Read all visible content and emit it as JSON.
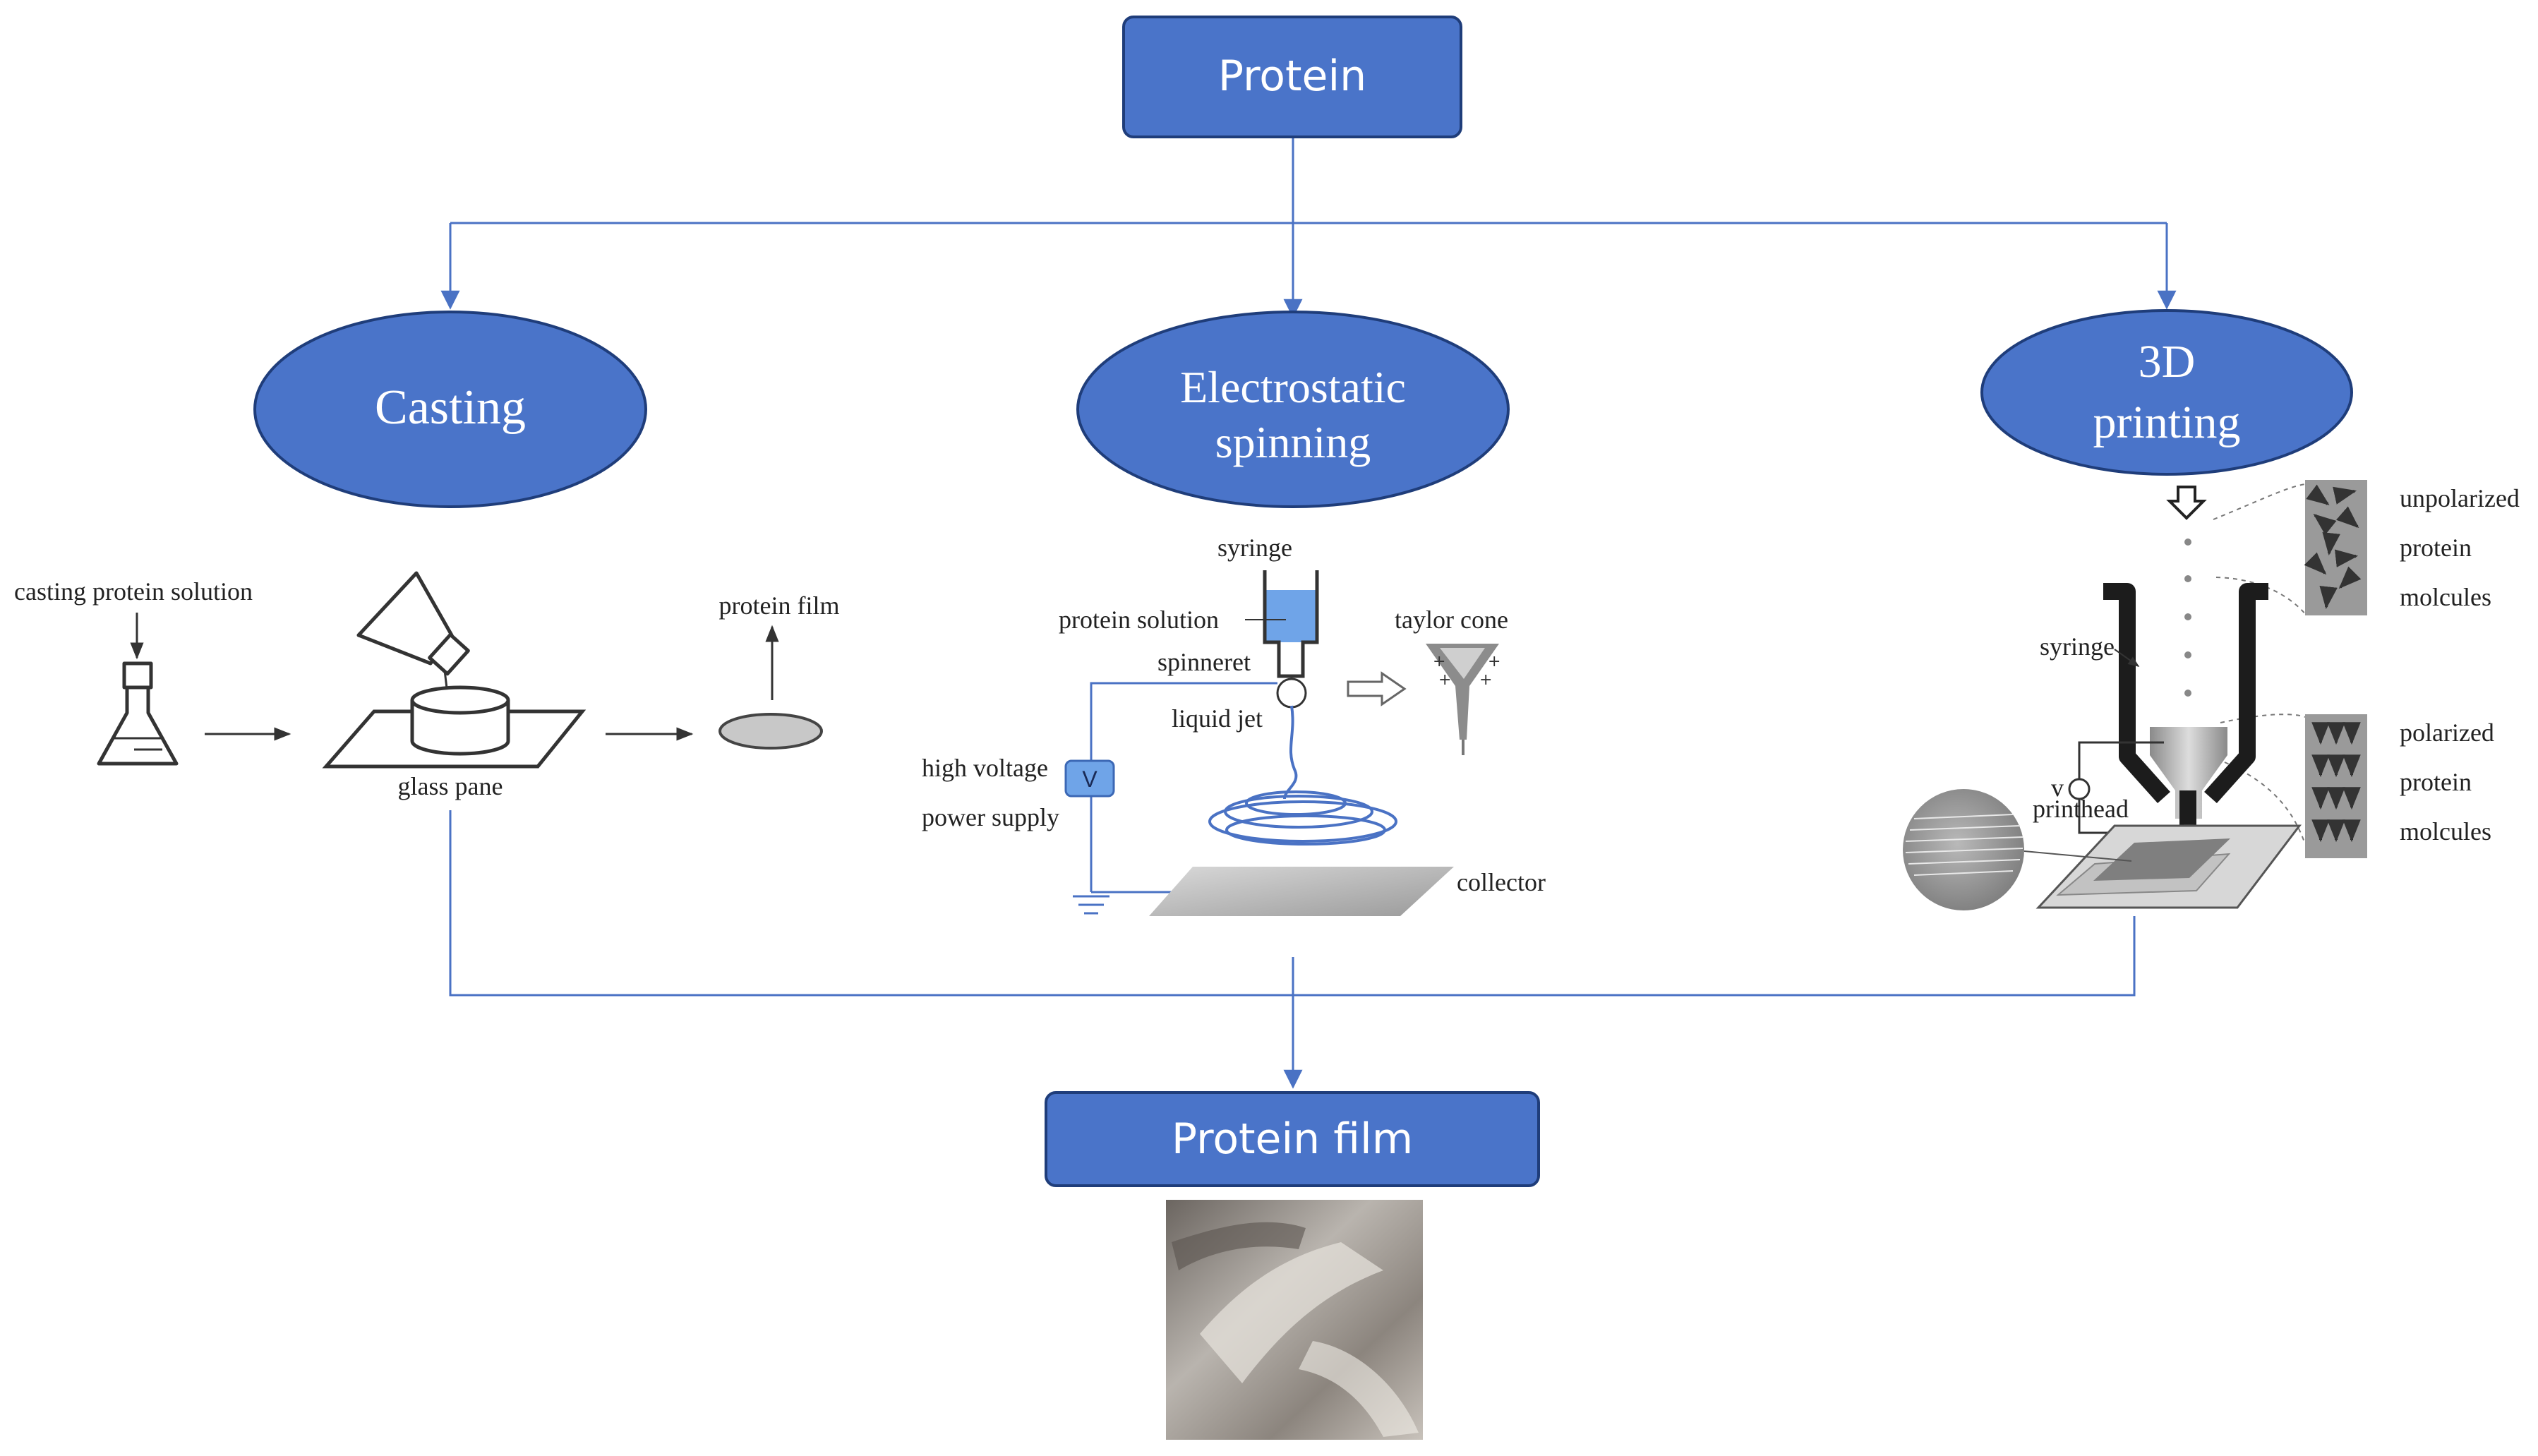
{
  "colors": {
    "box_fill": "#4a74c9",
    "box_stroke": "#1f3d7a",
    "connector": "#4a72c4",
    "syringe_liquid": "#6fa4e8"
  },
  "nodes": {
    "top": "Protein",
    "methods": {
      "casting": [
        "Casting"
      ],
      "electrostatic": [
        "Electrostatic",
        "spinning"
      ],
      "printing": [
        "3D",
        "printing"
      ]
    },
    "bottom": "Protein film"
  },
  "casting": {
    "solution_label": "casting protein solution",
    "film_label": "protein film",
    "pane_label": "glass pane"
  },
  "electrospinning": {
    "syringe_label": "syringe",
    "solution_label": "protein solution",
    "spinneret_label": "spinneret",
    "jet_label": "liquid jet",
    "taylor_label": "taylor cone",
    "hv_label": [
      "high voltage",
      "power supply"
    ],
    "voltage_symbol": "V",
    "collector_label": "collector"
  },
  "printing3d": {
    "syringe_label": "syringe",
    "printhead_label": "printhead",
    "voltage_symbol": "v",
    "unpolarized_label": [
      "unpolarized",
      "protein",
      "molcules"
    ],
    "polarized_label": [
      "polarized",
      "protein",
      "molcules"
    ]
  },
  "icons": [
    "arrow-right-icon",
    "arrow-up-icon",
    "flask-icon",
    "beaker-icon",
    "petri-dish-icon",
    "syringe-icon",
    "taylor-cone-icon",
    "hollow-arrow-icon",
    "ground-icon",
    "film-photo"
  ]
}
